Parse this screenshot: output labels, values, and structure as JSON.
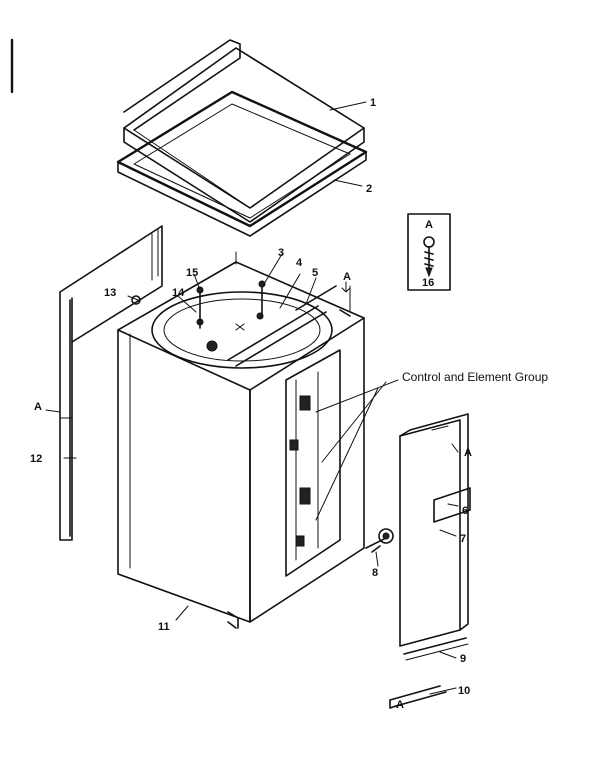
{
  "labels": {
    "p1": "1",
    "p2": "2",
    "p3": "3",
    "p4": "4",
    "p5": "5",
    "p6": "6",
    "p7": "7",
    "p8": "8",
    "p9": "9",
    "p10": "10",
    "p11": "11",
    "p12": "12",
    "p13": "13",
    "p14": "14",
    "p15": "15",
    "p16": "16",
    "group": "Control and Element Group",
    "ref_a": "A"
  }
}
